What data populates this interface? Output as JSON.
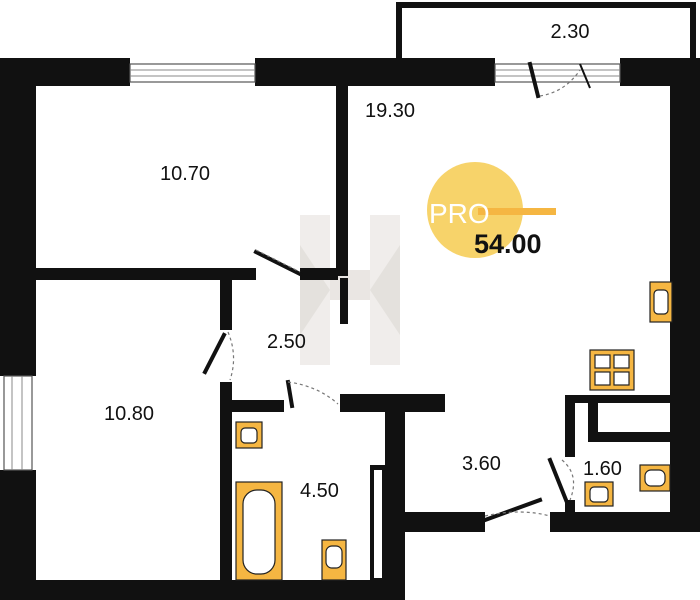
{
  "plan": {
    "rooms": [
      {
        "id": "bedroom-1",
        "area": "10.70"
      },
      {
        "id": "bedroom-2",
        "area": "10.80"
      },
      {
        "id": "living-kitchen",
        "area": "19.30"
      },
      {
        "id": "balcony",
        "area": "2.30"
      },
      {
        "id": "corridor",
        "area": "2.50"
      },
      {
        "id": "bathroom",
        "area": "4.50"
      },
      {
        "id": "hallway",
        "area": "3.60"
      },
      {
        "id": "toilet",
        "area": "1.60"
      }
    ],
    "badge": {
      "prefix": "PRO",
      "total_area": "54.00"
    }
  },
  "colors": {
    "wall": "#111111",
    "fixture": "#f5b642",
    "badge_circle": "#f7d36a",
    "badge_bar": "#f5b642",
    "watermark": "#e4e0dc"
  },
  "icons": [
    "sink-icon",
    "stove-icon",
    "bathtub-icon",
    "toilet-icon",
    "door-icon",
    "window-icon",
    "watermark-logo"
  ]
}
